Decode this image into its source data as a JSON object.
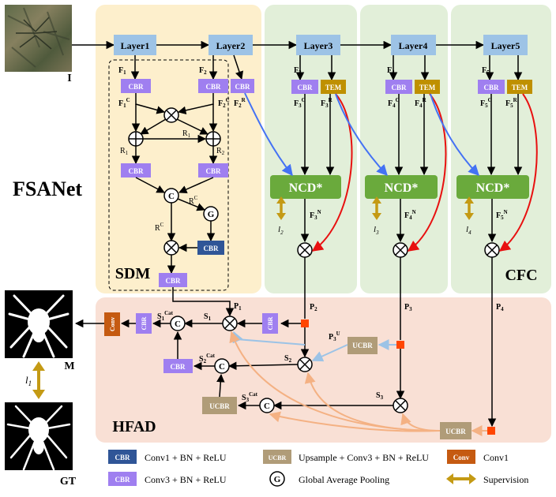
{
  "title": "FSANet",
  "labels": {
    "input": "I",
    "mask": "M",
    "gt": "GT",
    "sdm": "SDM",
    "cfc": "CFC",
    "hfad": "HFAD"
  },
  "layers": [
    "Layer1",
    "Layer2",
    "Layer3",
    "Layer4",
    "Layer5"
  ],
  "blocks": {
    "cbr": "CBR",
    "tem": "TEM",
    "ucbr": "UCBR",
    "ncd": "NCD*",
    "conv": "Conv",
    "gap": "G",
    "concat": "C"
  },
  "legend": {
    "conv1_bn_relu": "Conv1 + BN + ReLU",
    "conv3_bn_relu": "Conv3 + BN + ReLU",
    "upsample_conv3_bn_relu": "Upsample + Conv3 + BN + ReLU",
    "gap": "Global Average Pooling",
    "conv1": "Conv1",
    "supervision": "Supervision"
  },
  "colors": {
    "sdm_bg": "#fdefcc",
    "cfc_bg": "#e2efd9",
    "hfad_bg": "#f9e0d5",
    "layer": "#9dc3e6",
    "cbr3": "#9f7ff0",
    "cbr1": "#2f5597",
    "tem": "#bf9000",
    "ncd": "#6aaa3c",
    "ucbr": "#b09c78",
    "conv": "#c55a11",
    "supervision": "#c49a14",
    "blue_arrow": "#4472f4",
    "red_arrow": "#e81010",
    "light_blue": "#9cc3e6",
    "light_orange": "#f4b183",
    "node_orange": "#ff4500"
  }
}
